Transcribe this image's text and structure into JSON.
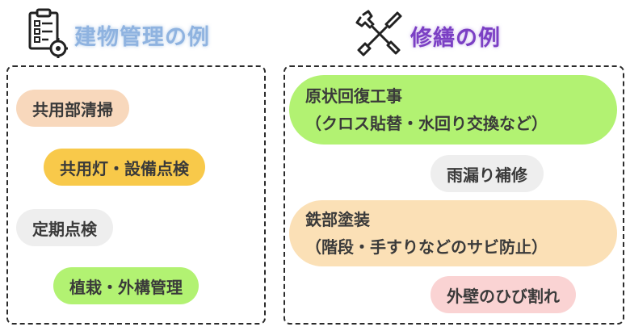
{
  "left": {
    "title": "建物管理の例",
    "items": [
      "共用部清掃",
      "共用灯・設備点検",
      "定期点検",
      "植栽・外構管理"
    ]
  },
  "right": {
    "title": "修繕の例",
    "items": [
      {
        "line1": "原状回復工事",
        "line2": "（クロス貼替・水回り交換など）"
      },
      {
        "line1": "雨漏り補修"
      },
      {
        "line1": "鉄部塗装",
        "line2": "（階段・手すりなどのサビ防止）"
      },
      {
        "line1": "外壁のひび割れ"
      }
    ]
  },
  "colors": {
    "left_title": "#8fb3e0",
    "right_title": "#7b3fc4",
    "orange": "#f8d8bc",
    "yellow": "#f8c94a",
    "gray": "#eeeeee",
    "green": "#b2f272",
    "pink": "#fad3d3",
    "cream": "#fbe0b6"
  },
  "icons": [
    "clipboard-gear-icon",
    "wrench-screwdriver-icon"
  ]
}
